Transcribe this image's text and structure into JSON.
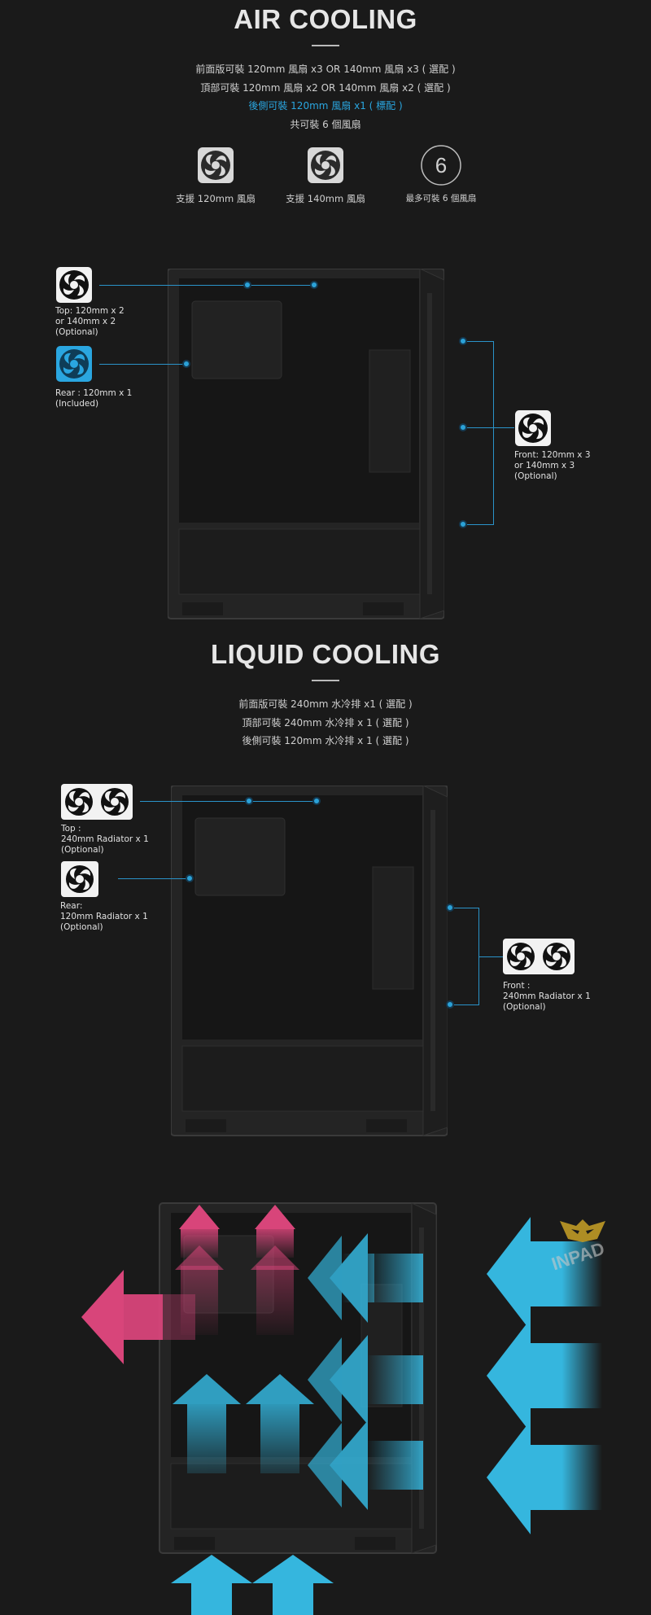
{
  "air": {
    "title": "AIR COOLING",
    "specs": [
      "前面版可裝 120mm 風扇 x3 OR 140mm 風扇 x3 ( 選配 )",
      "頂部可裝 120mm 風扇 x2 OR 140mm 風扇 x2 ( 選配 )",
      "後側可裝 120mm 風扇 x1 ( 標配 )",
      "共可裝 6 個風扇"
    ],
    "features": [
      {
        "icon": "fan-120-icon",
        "label": "支援 120mm 風扇"
      },
      {
        "icon": "fan-140-icon",
        "label": "支援 140mm 風扇"
      },
      {
        "icon": "six-circle-icon",
        "number": "6",
        "label": "最多可裝 6 個風扇"
      }
    ],
    "callouts": {
      "top": [
        "Top: 120mm x 2",
        "or 140mm x 2",
        "(Optional)"
      ],
      "rear": [
        "Rear : 120mm x 1",
        "(Included)"
      ],
      "front": [
        "Front: 120mm x 3",
        "or 140mm x 3",
        "(Optional)"
      ]
    }
  },
  "liquid": {
    "title": "LIQUID COOLING",
    "specs": [
      "前面版可裝 240mm 水冷排 x1 ( 選配 )",
      "頂部可裝 240mm 水冷排 x 1 ( 選配 )",
      "後側可裝 120mm 水冷排 x 1 ( 選配 )"
    ],
    "callouts": {
      "top": [
        "Top :",
        "240mm Radiator x 1",
        "(Optional)"
      ],
      "rear": [
        "Rear:",
        "120mm Radiator x 1",
        "(Optional)"
      ],
      "front": [
        "Front :",
        "240mm Radiator x 1",
        "(Optional)"
      ]
    }
  },
  "airflow": {
    "watermark": "INPAD"
  },
  "colors": {
    "accent": "#2aa6e0",
    "exhaust": "#d8457a",
    "intake": "#35b6de",
    "background": "#1a1a1a"
  }
}
